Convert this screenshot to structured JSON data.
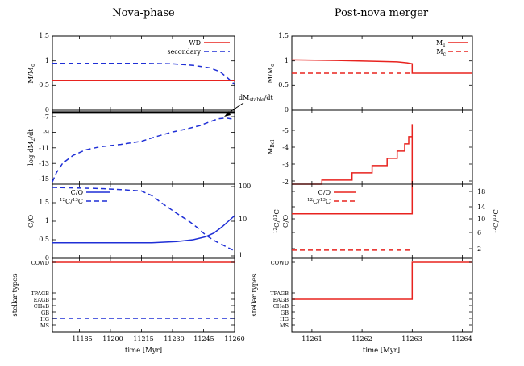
{
  "colors": {
    "red": "#e8231f",
    "blue": "#1f2fd6",
    "black": "#000000"
  },
  "left": {
    "title": "Nova-phase",
    "xlabel": "time [Myr]",
    "xlim": [
      11172,
      11260
    ],
    "xticks": [
      "11185",
      "11200",
      "11215",
      "11230",
      "11245",
      "11260"
    ],
    "p1": {
      "ylabel_main": "M/M",
      "ylabel_sub": "⊙",
      "yticks": [
        "0",
        "0.5",
        "1",
        "1.5"
      ],
      "legend": [
        "WD",
        "secondary"
      ]
    },
    "p2": {
      "ylabel_main": "log dM",
      "ylabel_sub": "2",
      "ylabel_tail": "/dt",
      "yticks": [
        "-7",
        "-9",
        "-11",
        "-13",
        "-15"
      ],
      "annotation_main": "dM",
      "annotation_sub": "stable",
      "annotation_tail": "/dt"
    },
    "p3": {
      "ylabel": "C/O",
      "yticks": [
        "0",
        "0.5",
        "1",
        "1.5"
      ],
      "y2ticks": [
        "1",
        "10",
        "100"
      ],
      "legend_co": "C/O",
      "legend_iso_a": "12",
      "legend_iso_b": "C/",
      "legend_iso_c": "13",
      "legend_iso_d": "C"
    },
    "p4": {
      "ylabel": "stellar types",
      "types": [
        "COWD",
        "TPAGB",
        "EAGB",
        "CHeB",
        "GB",
        "HG",
        "MS"
      ]
    }
  },
  "right": {
    "title": "Post-nova merger",
    "xlabel": "time [Myr]",
    "xlim": [
      11260.6,
      11264.2
    ],
    "xticks": [
      "11261",
      "11262",
      "11263",
      "11264"
    ],
    "p1": {
      "ylabel_main": "M/M",
      "ylabel_sub": "⊙",
      "yticks": [
        "0",
        "0.5",
        "1",
        "1.5"
      ],
      "legend_m1": "M",
      "legend_m1_sub": "1",
      "legend_mc": "M",
      "legend_mc_sub": "c"
    },
    "p2": {
      "ylabel_main": "M",
      "ylabel_sub": "Bol",
      "yticks": [
        "-5",
        "-4",
        "-3",
        "-2"
      ]
    },
    "p3": {
      "ylabel_a": "12",
      "ylabel_b": "C/",
      "ylabel_c": "13",
      "ylabel_d": "C",
      "ylabel2": "C/O",
      "yticks": [
        "18",
        "14",
        "10",
        "6",
        "2"
      ],
      "legend_co": "C/O",
      "legend_iso_a": "12",
      "legend_iso_b": "C/",
      "legend_iso_c": "13",
      "legend_iso_d": "C"
    },
    "p4": {
      "ylabel": "stellar types",
      "types": [
        "COWD",
        "TPAGB",
        "EAGB",
        "CHeB",
        "GB",
        "HG",
        "MS"
      ]
    }
  },
  "chart_data": [
    {
      "type": "line",
      "panel": "Nova-phase masses",
      "ylim": [
        0,
        1.5
      ],
      "series": [
        {
          "name": "WD",
          "color": "#e8231f",
          "style": "solid",
          "x": [
            11172,
            11260
          ],
          "y": [
            0.6,
            0.6
          ]
        },
        {
          "name": "secondary",
          "color": "#1f2fd6",
          "style": "dashed",
          "x": [
            11172,
            11215,
            11230,
            11240,
            11248,
            11253,
            11257,
            11260
          ],
          "y": [
            0.95,
            0.95,
            0.94,
            0.91,
            0.86,
            0.78,
            0.64,
            0.52
          ]
        }
      ]
    },
    {
      "type": "line",
      "panel": "Nova-phase mass transfer rate",
      "ylim": [
        -16,
        -6.5
      ],
      "series": [
        {
          "name": "dMstable/dt",
          "color": "#000000",
          "style": "solid",
          "x": [
            11172,
            11260
          ],
          "y": [
            -6.8,
            -6.8
          ]
        },
        {
          "name": "log dM2/dt",
          "color": "#1f2fd6",
          "style": "dashed",
          "x": [
            11172,
            11174,
            11177,
            11182,
            11188,
            11195,
            11205,
            11215,
            11222,
            11230,
            11237,
            11243,
            11248,
            11252,
            11256,
            11260
          ],
          "y": [
            -15.7,
            -14.5,
            -13.3,
            -12.3,
            -11.6,
            -11.2,
            -10.9,
            -10.5,
            -9.9,
            -9.3,
            -8.9,
            -8.5,
            -8.0,
            -7.6,
            -7.5,
            -7.7
          ]
        }
      ]
    },
    {
      "type": "line",
      "panel": "Nova-phase abundances",
      "ylim": [
        0,
        2
      ],
      "y2lim_log": [
        1,
        100
      ],
      "series": [
        {
          "name": "C/O",
          "color": "#1f2fd6",
          "style": "solid",
          "x": [
            11172,
            11220,
            11232,
            11240,
            11246,
            11250,
            11254,
            11257,
            11260
          ],
          "y": [
            0.42,
            0.42,
            0.45,
            0.5,
            0.58,
            0.68,
            0.85,
            1.0,
            1.15
          ]
        },
        {
          "name": "12C/13C",
          "color": "#1f2fd6",
          "style": "dashed",
          "axis": "right-log",
          "x": [
            11172,
            11195,
            11205,
            11215,
            11220,
            11225,
            11232,
            11238,
            11242,
            11246,
            11250,
            11254,
            11257,
            11260
          ],
          "y": [
            95,
            88,
            82,
            75,
            55,
            33,
            17,
            10,
            6.5,
            4.0,
            2.8,
            2.1,
            1.7,
            1.4
          ]
        }
      ]
    },
    {
      "type": "line",
      "panel": "Nova-phase stellar types",
      "categories": [
        "MS",
        "HG",
        "GB",
        "CHeB",
        "EAGB",
        "TPAGB",
        "COWD"
      ],
      "series": [
        {
          "name": "WD",
          "color": "#e8231f",
          "style": "solid",
          "x": [
            11172,
            11260
          ],
          "y": [
            "COWD",
            "COWD"
          ]
        },
        {
          "name": "secondary",
          "color": "#1f2fd6",
          "style": "dashed",
          "x": [
            11172,
            11260
          ],
          "y": [
            "HG",
            "HG"
          ]
        }
      ]
    },
    {
      "type": "line",
      "panel": "Post-nova merger masses",
      "ylim": [
        0,
        1.5
      ],
      "series": [
        {
          "name": "M1",
          "color": "#e8231f",
          "style": "solid",
          "x": [
            11260.6,
            11261.5,
            11262.3,
            11262.7,
            11262.9,
            11263.0,
            11263.0,
            11264.2
          ],
          "y": [
            1.02,
            1.01,
            0.99,
            0.98,
            0.96,
            0.94,
            0.75,
            0.75
          ]
        },
        {
          "name": "Mc",
          "color": "#e8231f",
          "style": "dashed",
          "x": [
            11260.6,
            11263.0
          ],
          "y": [
            0.75,
            0.75
          ]
        }
      ]
    },
    {
      "type": "line",
      "panel": "Post-nova merger bolometric magnitude",
      "ylim": [
        -2,
        -5.5
      ],
      "series": [
        {
          "name": "M_Bol",
          "color": "#e8231f",
          "style": "solid",
          "step": true,
          "x": [
            11260.6,
            11261.2,
            11261.8,
            11262.2,
            11262.5,
            11262.7,
            11262.85,
            11262.93,
            11263.0,
            11263.0
          ],
          "y": [
            -2.0,
            -2.2,
            -2.55,
            -2.9,
            -3.25,
            -3.6,
            -3.95,
            -4.3,
            -4.9,
            -2.0
          ]
        }
      ]
    },
    {
      "type": "line",
      "panel": "Post-nova merger abundances",
      "series": [
        {
          "name": "C/O",
          "color": "#e8231f",
          "style": "solid",
          "x": [
            11260.6,
            11263.0,
            11263.0
          ],
          "y": [
            1.2,
            1.2,
            2.0
          ]
        },
        {
          "name": "12C/13C",
          "color": "#e8231f",
          "style": "dashed",
          "x": [
            11260.6,
            11263.0
          ],
          "y": [
            2.2,
            2.2
          ]
        }
      ]
    },
    {
      "type": "line",
      "panel": "Post-nova merger stellar types",
      "categories": [
        "MS",
        "HG",
        "GB",
        "CHeB",
        "EAGB",
        "TPAGB",
        "COWD"
      ],
      "series": [
        {
          "name": "M1",
          "color": "#e8231f",
          "style": "solid",
          "x": [
            11260.6,
            11263.0,
            11263.0,
            11264.2
          ],
          "y": [
            "EAGB",
            "EAGB",
            "COWD",
            "COWD"
          ]
        }
      ]
    }
  ]
}
